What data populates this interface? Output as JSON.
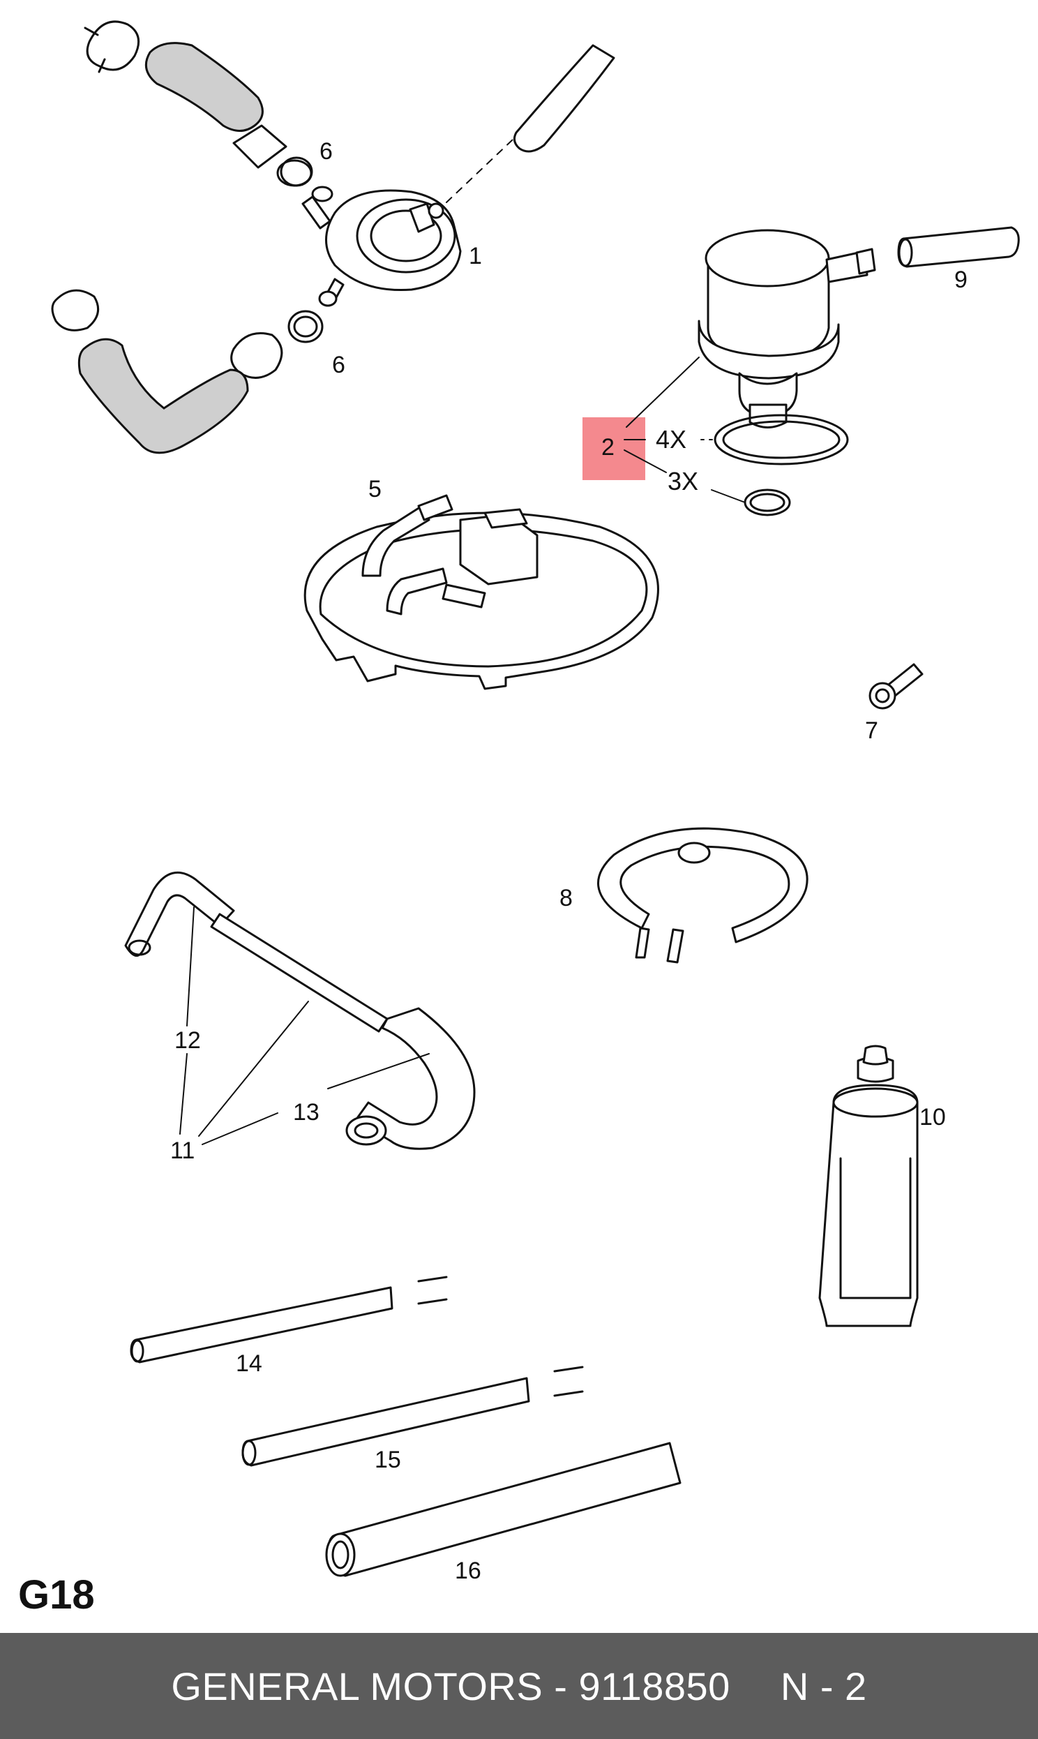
{
  "section_code": "G18",
  "footer": {
    "brand_part": "GENERAL MOTORS - 9118850",
    "position": "N - 2"
  },
  "highlight_color": "#f4898e",
  "labels": {
    "p1": "1",
    "p2": "2",
    "p5": "5",
    "p6a": "6",
    "p6b": "6",
    "p7": "7",
    "p8": "8",
    "p9": "9",
    "p10": "10",
    "p11": "11",
    "p12": "12",
    "p13": "13",
    "p14": "14",
    "p15": "15",
    "p16": "16",
    "qty4": "4X",
    "qty3": "3X"
  }
}
